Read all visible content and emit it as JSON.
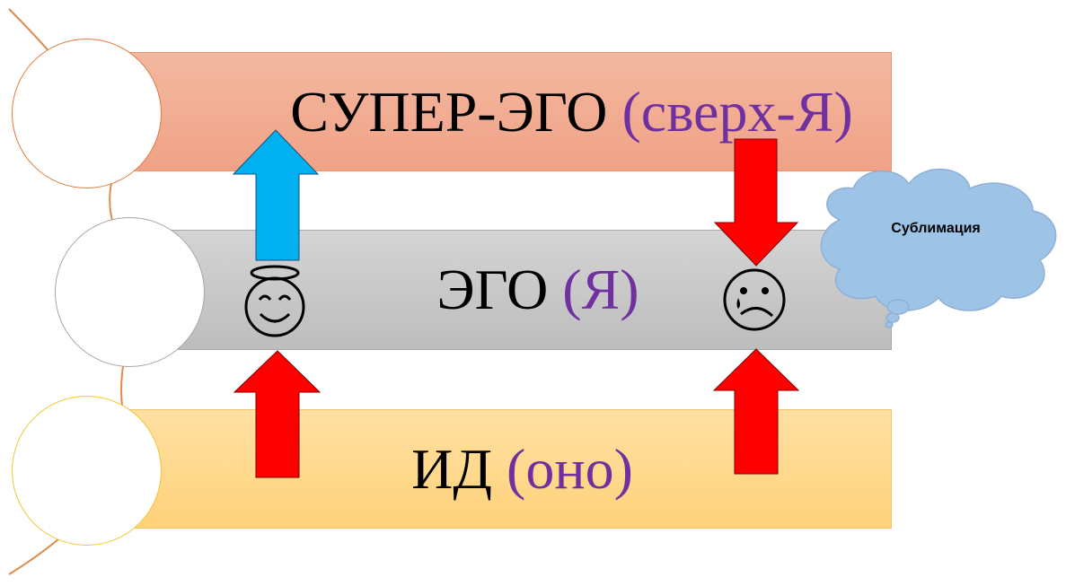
{
  "levels": {
    "superego": {
      "main": "СУПЕР-ЭГО",
      "accent": "(сверх-Я)"
    },
    "ego": {
      "main": "ЭГО",
      "accent": "(Я)"
    },
    "id": {
      "main": "ИД",
      "accent": "(оно)"
    }
  },
  "cloud": {
    "label": "Сублимация"
  },
  "icons": {
    "happy": "smiling-face-with-halo-icon",
    "sad": "crying-face-icon"
  },
  "colors": {
    "superego_band": "#f0a287",
    "ego_band": "#bdbdbd",
    "id_band": "#ffd27a",
    "accent_text": "#7030a0",
    "arrow_red": "#ff0000",
    "arrow_blue": "#00b0f0",
    "cloud_fill": "#9dc3e6"
  }
}
